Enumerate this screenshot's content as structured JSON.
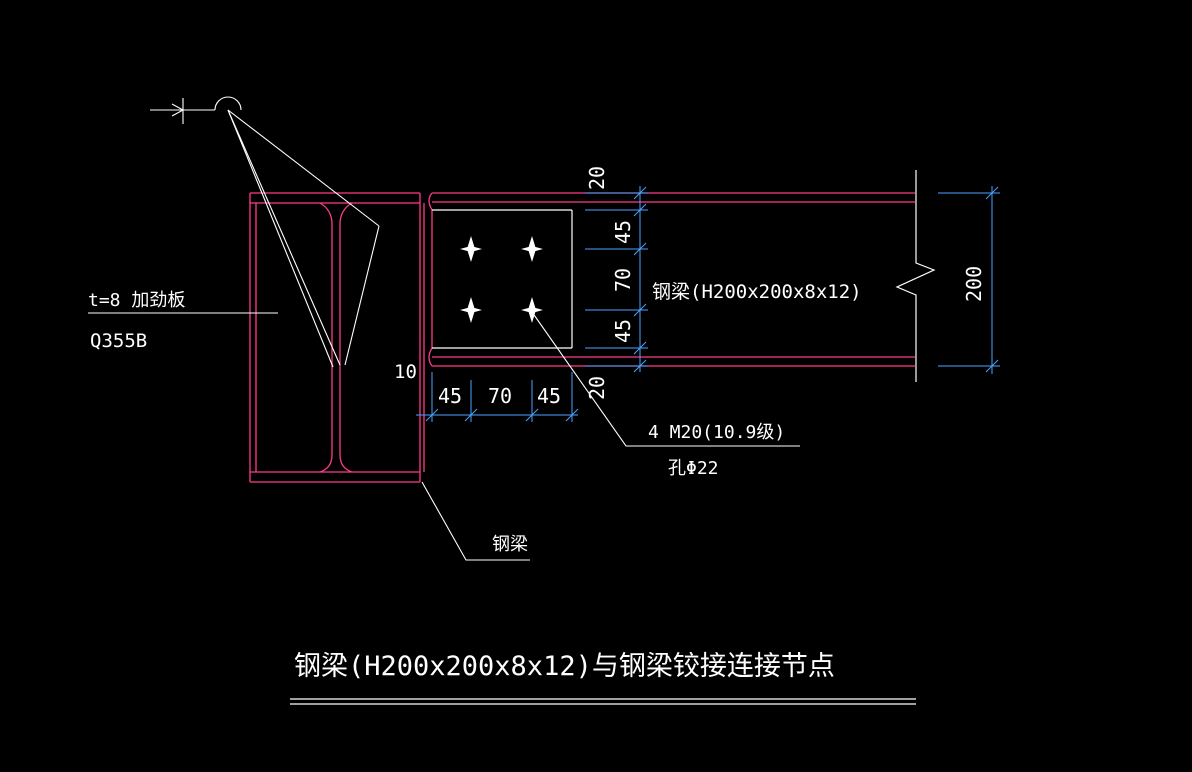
{
  "drawing": {
    "title": "钢梁(H200x200x8x12)与钢梁铰接连接节点",
    "stiffener_label": "t=8  加劲板",
    "stiffener_grade": "Q355B",
    "main_beam_label": "钢梁",
    "secondary_beam_label": "钢梁(H200x200x8x12)",
    "bolt_spec": "4 M20(10.9级)",
    "bolt_hole": "孔Φ22",
    "dim_gap": "10",
    "dim_h_1": "45",
    "dim_h_2": "70",
    "dim_h_3": "45",
    "dim_v_top": "20",
    "dim_v_1": "45",
    "dim_v_2": "70",
    "dim_v_3": "45",
    "dim_v_bottom": "20",
    "dim_depth": "200"
  },
  "colors": {
    "background": "#000000",
    "steel": "#ff3b8a",
    "plate": "#ffffff",
    "dimension": "#4aa3ff",
    "leader": "#ffffff",
    "text": "#ffffff"
  }
}
